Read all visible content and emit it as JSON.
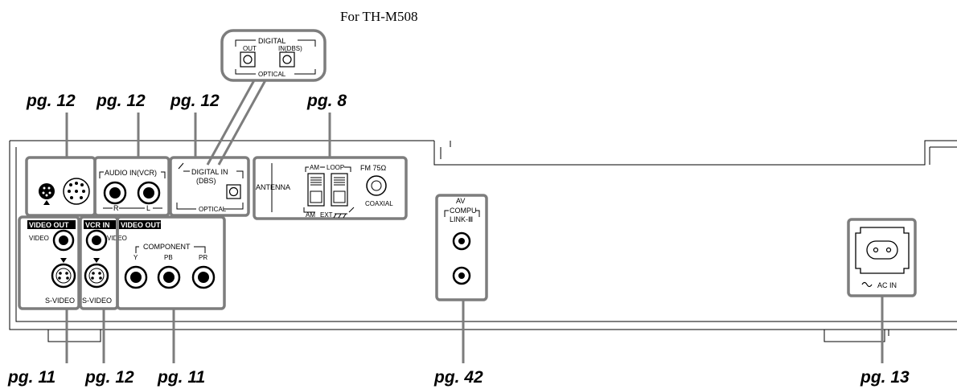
{
  "model_note": "For TH-M508",
  "page_refs": {
    "ref_top_1": "pg. 12",
    "ref_top_2": "pg. 12",
    "ref_top_3": "pg. 12",
    "ref_top_4": "pg. 8",
    "ref_bottom_1": "pg. 11",
    "ref_bottom_2": "pg. 12",
    "ref_bottom_3": "pg. 11",
    "ref_bottom_4": "pg. 42",
    "ref_bottom_5": "pg. 13"
  },
  "inset": {
    "title": "DIGITAL",
    "out": "OUT",
    "in": "IN(DBS)",
    "optical": "OPTICAL"
  },
  "audio_in": {
    "title": "AUDIO IN(VCR)",
    "right": "R",
    "left": "L"
  },
  "digital_in": {
    "title": "DIGITAL IN",
    "sub": "(DBS)",
    "optical": "OPTICAL"
  },
  "antenna": {
    "label": "ANTENNA",
    "am": "AM",
    "loop": "LOOP",
    "fm": "FM 75Ω",
    "am_bottom": "AM",
    "ext": "EXT",
    "coaxial": "COAXIAL"
  },
  "video_out_1": {
    "title": "VIDEO OUT",
    "video": "VIDEO",
    "svideo": "S-VIDEO"
  },
  "vcr_in": {
    "title": "VCR IN",
    "video": "VIDEO",
    "svideo": "S-VIDEO"
  },
  "video_out_2": {
    "title": "VIDEO OUT",
    "component": "COMPONENT",
    "y": "Y",
    "pb": "PB",
    "pr": "PR"
  },
  "av_compulink": {
    "line1": "AV",
    "line2": "COMPU",
    "line3": "LINK-Ⅲ"
  },
  "ac_in": {
    "label": "AC IN"
  },
  "colors": {
    "callout_grey": "#7d7d7d",
    "line": "#000000",
    "background": "#ffffff"
  }
}
